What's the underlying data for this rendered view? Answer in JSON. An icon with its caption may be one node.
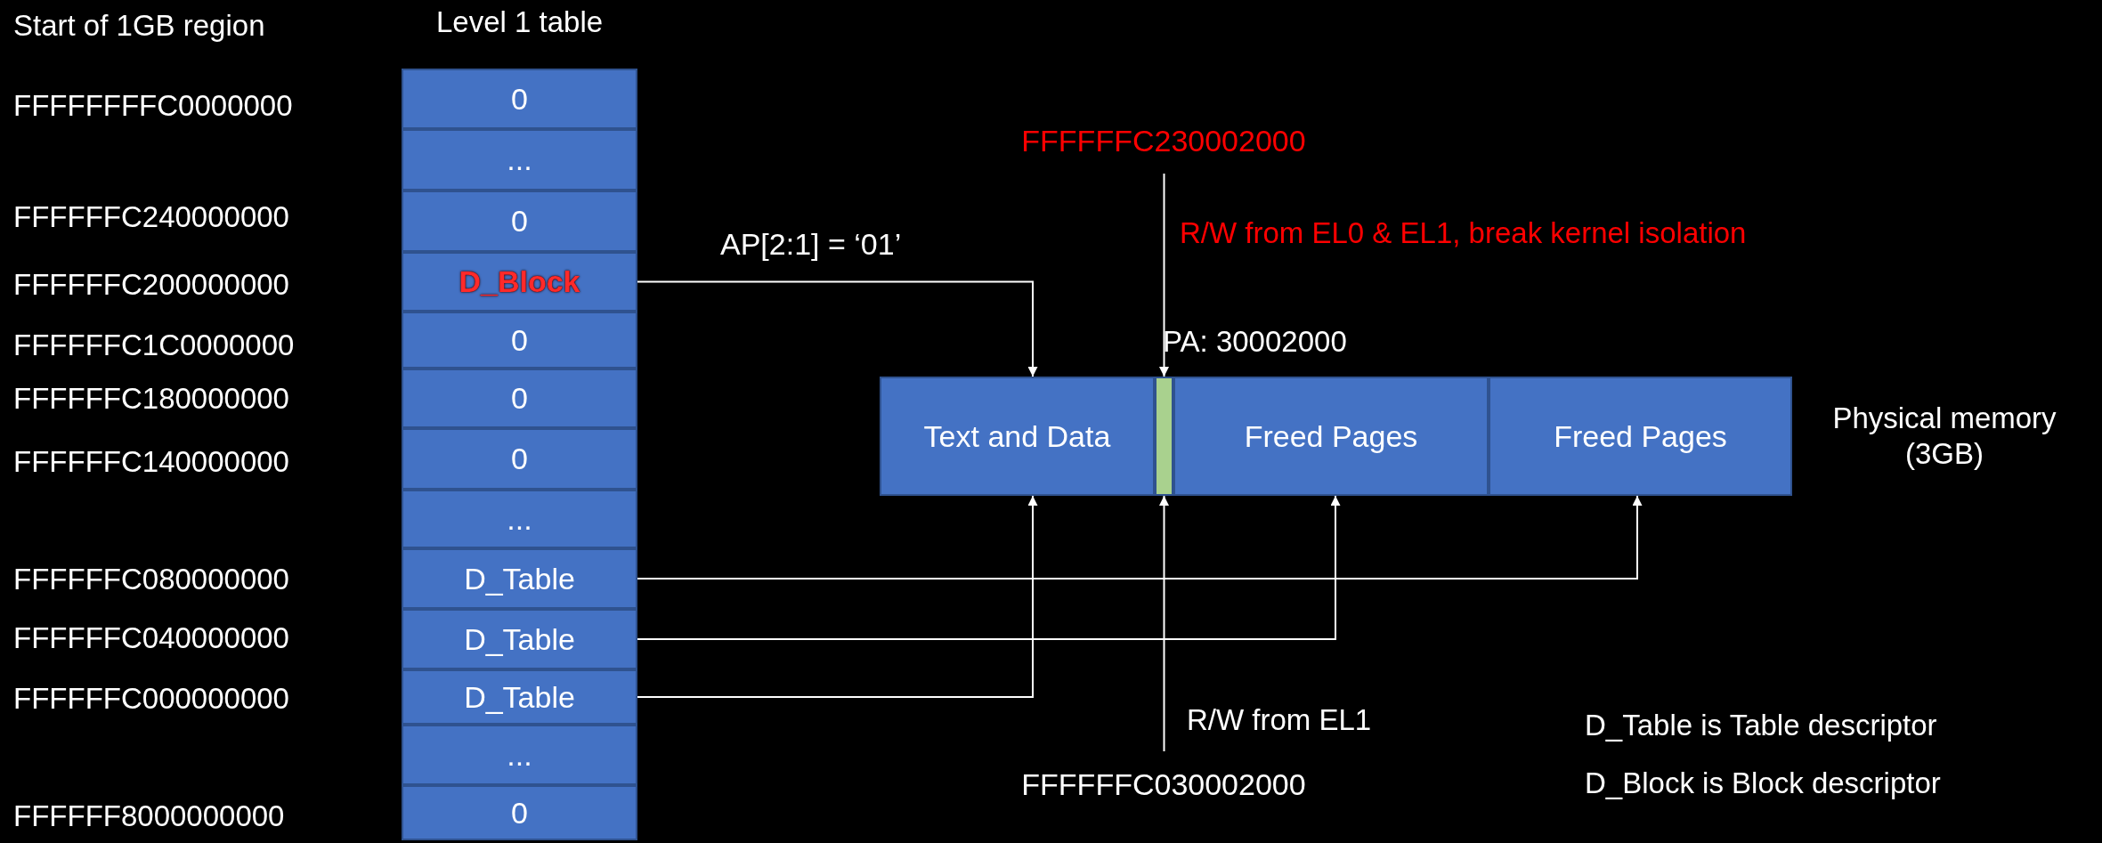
{
  "diagram": {
    "nodes": [
      {
        "text": [
          "Level 1 table"
        ]
      },
      {
        "text": [
          "0"
        ],
        "in": 0
      },
      {
        "text": [
          "..."
        ],
        "in": 0
      },
      {
        "text": [
          "0"
        ],
        "in": 0
      },
      {
        "text": [
          "D_Block"
        ],
        "in": 0
      },
      {
        "text": [
          "0"
        ],
        "in": 0
      },
      {
        "text": [
          "0"
        ],
        "in": 0
      },
      {
        "text": [
          "0"
        ],
        "in": 0
      },
      {
        "text": [
          "..."
        ],
        "in": 0
      },
      {
        "text": [
          "D_Table"
        ],
        "in": 0
      },
      {
        "text": [
          "D_Table"
        ],
        "in": 0
      },
      {
        "text": [
          "D_Table"
        ],
        "in": 0
      },
      {
        "text": [
          "..."
        ],
        "in": 0
      },
      {
        "text": [
          "0"
        ],
        "in": 0
      },
      {
        "text": [
          "Text and Data"
        ]
      },
      {
        "text": [],
        "shape": "bar"
      },
      {
        "text": [
          "Freed Pages"
        ]
      },
      {
        "text": [
          "Freed Pages"
        ]
      },
      {
        "text": [
          "FFFFFFC230002000"
        ]
      },
      {
        "text": [
          "FFFFFFC030002000"
        ]
      }
    ],
    "edges": [
      {
        "from": 4,
        "to": 14,
        "arrow": "to",
        "label": "AP[2:1] = ‘01’"
      },
      {
        "from": 9,
        "to": 17,
        "arrow": "to"
      },
      {
        "from": 10,
        "to": 16,
        "arrow": "to"
      },
      {
        "from": 11,
        "to": 14,
        "arrow": "to"
      },
      {
        "from": 18,
        "to": 15,
        "arrow": "to"
      },
      {
        "from": 19,
        "to": 15,
        "arrow": "to"
      }
    ],
    "labels": [
      "Start of 1GB region",
      "FFFFFFFFC0000000",
      "FFFFFFC240000000",
      "FFFFFFC200000000",
      "FFFFFFC1C0000000",
      "FFFFFFC180000000",
      "FFFFFFC140000000",
      "FFFFFFC080000000",
      "FFFFFFC040000000",
      "FFFFFFC000000000",
      "FFFFFF8000000000",
      "R/W from EL0 & EL1, break kernel isolation",
      "PA: 30002000",
      "Physical memory (3GB)",
      "R/W from EL1",
      "D_Table is Table descriptor",
      "D_Block is Block descriptor"
    ]
  }
}
